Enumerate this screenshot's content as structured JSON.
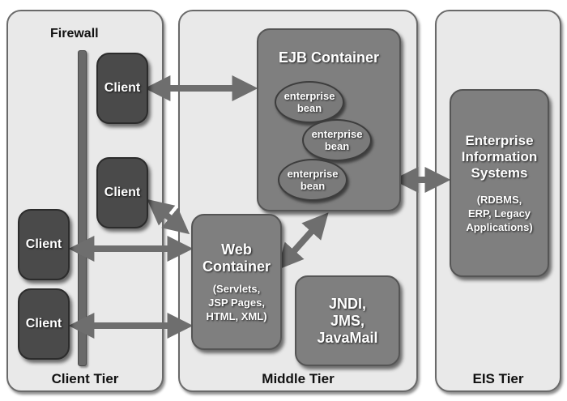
{
  "tiers": {
    "client": {
      "label": "Client Tier"
    },
    "middle": {
      "label": "Middle Tier"
    },
    "eis": {
      "label": "EIS Tier"
    }
  },
  "firewall": {
    "label": "Firewall"
  },
  "clients": [
    {
      "label": "Client"
    },
    {
      "label": "Client"
    },
    {
      "label": "Client"
    },
    {
      "label": "Client"
    }
  ],
  "ejb_container": {
    "title": "EJB Container",
    "beans": [
      {
        "line1": "enterprise",
        "line2": "bean"
      },
      {
        "line1": "enterprise",
        "line2": "bean"
      },
      {
        "line1": "enterprise",
        "line2": "bean"
      }
    ]
  },
  "web_container": {
    "title_line1": "Web",
    "title_line2": "Container",
    "sub_line1": "(Servlets,",
    "sub_line2": "JSP Pages,",
    "sub_line3": "HTML, XML)"
  },
  "services": {
    "line1": "JNDI,",
    "line2": "JMS,",
    "line3": "JavaMail"
  },
  "eis": {
    "title_line1": "Enterprise",
    "title_line2": "Information",
    "title_line3": "Systems",
    "sub_line1": "(RDBMS,",
    "sub_line2": "ERP, Legacy",
    "sub_line3": "Applications)"
  },
  "connections": [
    {
      "from": "client-1",
      "to": "ejb-container",
      "direction": "bidirectional"
    },
    {
      "from": "client-2",
      "to": "web-container",
      "direction": "bidirectional"
    },
    {
      "from": "client-3",
      "to": "web-container",
      "direction": "bidirectional"
    },
    {
      "from": "client-4",
      "to": "web-container",
      "direction": "bidirectional"
    },
    {
      "from": "web-container",
      "to": "ejb-container",
      "direction": "bidirectional"
    },
    {
      "from": "ejb-container",
      "to": "eis",
      "direction": "bidirectional"
    }
  ]
}
